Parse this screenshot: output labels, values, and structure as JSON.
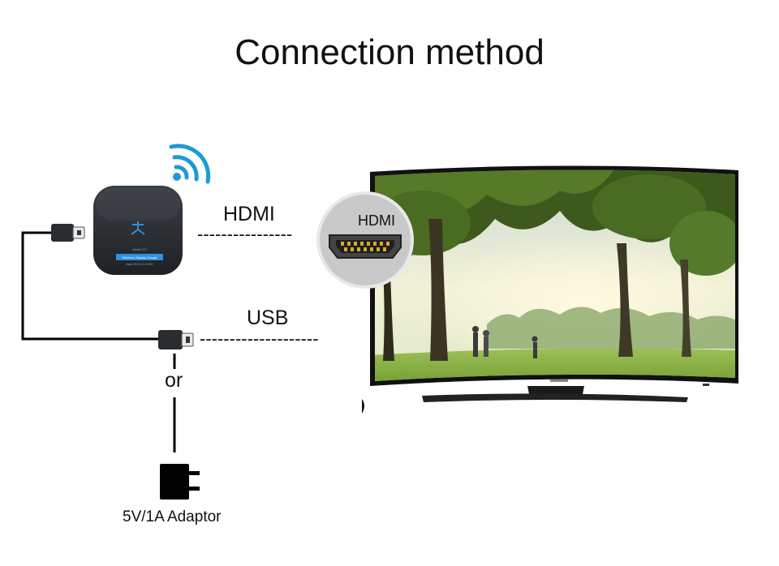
{
  "title": "Connection method",
  "labels": {
    "hdmi": "HDMI",
    "hdmi_port": "HDMI",
    "usb": "USB",
    "or": "or",
    "adaptor": "5V/1A Adaptor"
  },
  "dongle": {
    "model": "Model G7",
    "product": "Wireless Display Dongle",
    "specs": "Input: 5V/1A 2.4G/5G"
  },
  "dashes": {
    "hdmi": "----------------",
    "usb": "--------------------"
  },
  "colors": {
    "wifi": "#1e9ad6",
    "cable": "#000000",
    "dongle_body": "#2b2f33",
    "dongle_accent": "#2f8fe0"
  },
  "icons": [
    "wifi-icon",
    "hdmi-port-icon",
    "power-adaptor-icon"
  ]
}
